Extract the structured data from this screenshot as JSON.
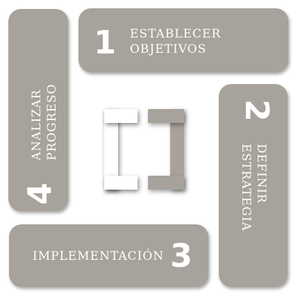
{
  "steps": [
    {
      "number": "1",
      "label_line1": "ESTABLECER",
      "label_line2": "OBJETIVOS"
    },
    {
      "number": "2",
      "label_line1": "DEFINIR",
      "label_line2": "ESTRATEGIA"
    },
    {
      "number": "3",
      "label_line1": "IMPLEMENTACIÓN",
      "label_line2": ""
    },
    {
      "number": "4",
      "label_line1": "ANALIZAR",
      "label_line2": "PROGRESO"
    }
  ],
  "colors": {
    "card": "#a7a29b",
    "text": "#ffffff",
    "center_white": "#ffffff",
    "center_gray": "#a7a29b"
  }
}
